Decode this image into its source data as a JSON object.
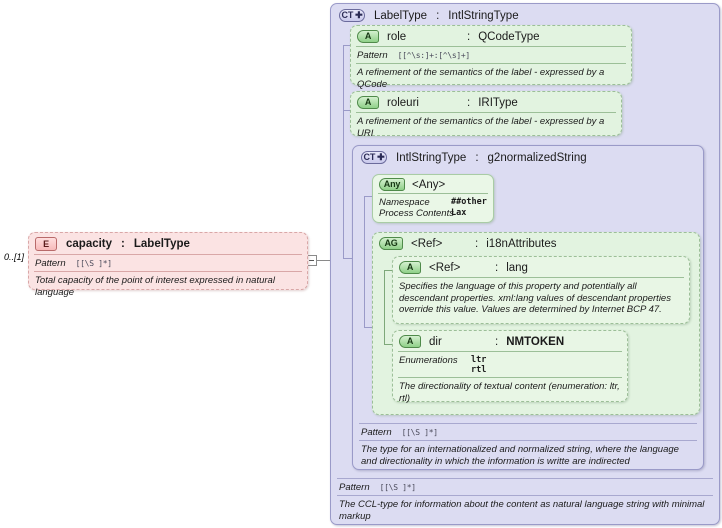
{
  "diagram": {
    "kind": "xsd-schema-documentation",
    "cardinality": "0..[1]"
  },
  "element": {
    "badge": "E",
    "name": "capacity",
    "separator": ":",
    "type": "LabelType",
    "pattern_label": "Pattern",
    "pattern_value": "[[\\S ]*]",
    "description": "Total capacity of the point of interest expressed in natural language"
  },
  "label_type": {
    "badge": "CT",
    "name": "LabelType",
    "separator": ":",
    "type": "IntlStringType",
    "pattern_label": "Pattern",
    "pattern_value": "[[\\S ]*]",
    "description": "The CCL-type for information about the content as natural language string with minimal markup",
    "attributes": [
      {
        "badge": "A",
        "name": "role",
        "separator": ":",
        "type": "QCodeType",
        "pattern_label": "Pattern",
        "pattern_value": "[[^\\s:]+:[^\\s]+]",
        "description": "A refinement of the semantics of the label - expressed by a QCode"
      },
      {
        "badge": "A",
        "name": "roleuri",
        "separator": ":",
        "type": "IRIType",
        "description": "A refinement of the semantics of the label - expressed by a URI"
      }
    ]
  },
  "intl_string_type": {
    "badge": "CT",
    "name": "IntlStringType",
    "separator": ":",
    "type": "g2normalizedString",
    "pattern_label": "Pattern",
    "pattern_value": "[[\\S ]*]",
    "description": "The type for an internationalized and normalized string, where the language and directionality in which the information is writte are indirected",
    "any": {
      "badge": "Any",
      "name": "<Any>",
      "namespace_label": "Namespace",
      "namespace_value": "##other",
      "process_contents_label": "Process Contents",
      "process_contents_value": "Lax"
    },
    "attribute_group": {
      "badge": "AG",
      "name": "<Ref>",
      "separator": ":",
      "type": "i18nAttributes",
      "attributes": [
        {
          "badge": "A",
          "name": "<Ref>",
          "separator": ":",
          "type": "lang",
          "description": "Specifies the language of this property and potentially all descendant properties. xml:lang values of descendant properties override this value. Values are determined by Internet BCP 47."
        },
        {
          "badge": "A",
          "name": "dir",
          "separator": ":",
          "type": "NMTOKEN",
          "enumerations_label": "Enumerations",
          "enumerations": [
            "ltr",
            "rtl"
          ],
          "description": "The directionality of textual content (enumeration: ltr, rtl)"
        }
      ]
    }
  },
  "colors": {
    "complex_type_fill": "#dcdcf2",
    "complex_type_border": "#9a9ac8",
    "attribute_fill": "#e2f3e0",
    "attribute_border": "#9cbf98",
    "element_fill": "#fbe3e3",
    "element_border": "#d9a7a7",
    "connector": "#8a8a8a"
  }
}
